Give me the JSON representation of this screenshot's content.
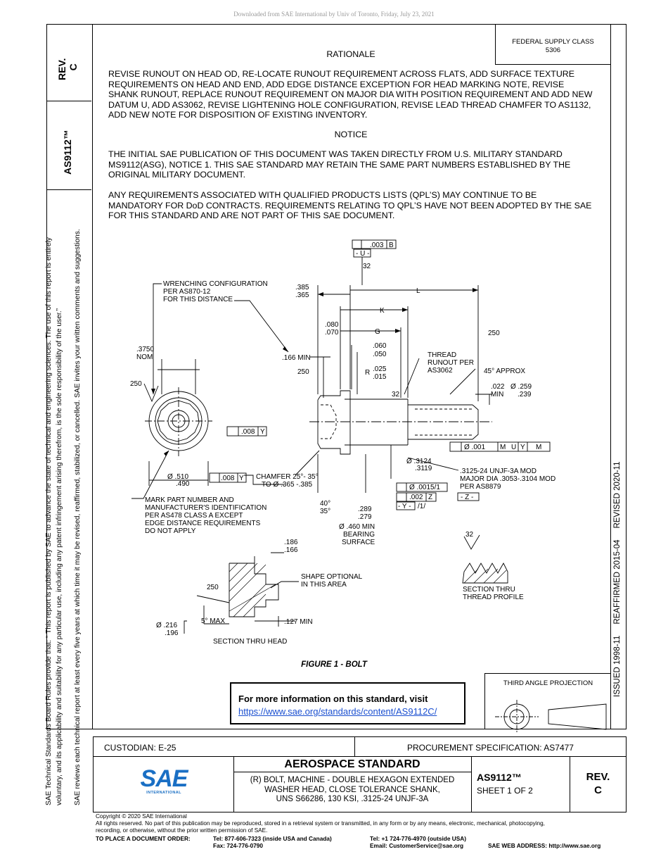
{
  "download_note": "Downloaded from SAE International by Univ of Toronto, Friday, July 23, 2021",
  "federal_supply": {
    "label": "FEDERAL SUPPLY CLASS",
    "value": "5306"
  },
  "side": {
    "rev_label": "REV.",
    "rev_value": "C",
    "doc_no": "AS9112™",
    "rules_line1": "SAE Technical Standards Board Rules provide that: “ This report is published by SAE to advance the state of technical and engineering sciences. The use of this report is entirely",
    "rules_line2": "voluntary, and its applicability and suitability for any particular use, including any patent infringement arising therefrom, is the sole responsibility of the user.”",
    "rules_line3": "SAE reviews each technical report at least every five years at which time it may be revised, reaffirmed, stabilized, or cancelled. SAE invites your written comments and suggestions.",
    "dates": "ISSUED 1998-11     REAFFIRMED 2015-04     REVISED 2020-11"
  },
  "rationale": {
    "heading": "RATIONALE",
    "text": "REVISE RUNOUT ON HEAD OD, RE-LOCATE RUNOUT REQUIREMENT ACROSS FLATS, ADD SURFACE TEXTURE REQUIREMENTS ON HEAD AND END, ADD EDGE DISTANCE EXCEPTION FOR HEAD MARKING NOTE, REVISE SHANK RUNOUT, REPLACE RUNOUT REQUIREMENT ON MAJOR DIA WITH POSITION REQUIREMENT AND ADD NEW DATUM U, ADD AS3062, REVISE LIGHTENING HOLE CONFIGURATION, REVISE LEAD THREAD CHAMFER TO AS1132, ADD NEW NOTE FOR DISPOSITION OF EXISTING INVENTORY."
  },
  "notice": {
    "heading": "NOTICE",
    "para1": "THE INITIAL SAE PUBLICATION OF THIS DOCUMENT WAS TAKEN DIRECTLY FROM U.S. MILITARY STANDARD MS9112(ASG), NOTICE 1. THIS SAE STANDARD MAY RETAIN THE SAME PART NUMBERS ESTABLISHED BY THE ORIGINAL MILITARY DOCUMENT.",
    "para2": "ANY REQUIREMENTS ASSOCIATED WITH QUALIFIED PRODUCTS LISTS (QPL’S) MAY CONTINUE TO BE MANDATORY FOR DoD CONTRACTS. REQUIREMENTS RELATING TO QPL’S HAVE NOT BEEN ADOPTED BY THE SAE FOR THIS STANDARD AND ARE NOT PART OF THIS SAE DOCUMENT."
  },
  "figure": {
    "caption": "FIGURE 1 - BOLT",
    "labels": {
      "wrench1": "WRENCHING CONFIGURATION",
      "wrench2": "PER AS870-12",
      "wrench3": "FOR THIS DISTANCE",
      "d385": ".385",
      "d365": ".365",
      "L": "L",
      "K": "K",
      "G": "G",
      "d080": ".080",
      "d070": ".070",
      "d060": ".060",
      "d050": ".050",
      "d3750": ".3750",
      "nom": "NOM",
      "min166": ".166 MIN",
      "s250a": "250",
      "s250b": "250",
      "s250c": "250",
      "s250d": "250",
      "R": "R",
      "d025": ".025",
      "d015": ".015",
      "s32a": "32",
      "s32b": "32",
      "s32c": "32",
      "thread1": "THREAD",
      "thread2": "RUNOUT PER",
      "thread3": "AS3062",
      "approx": "45° APPROX",
      "d022": ".022",
      "min": "MIN",
      "dia259": "Ø .259",
      "d239": ".239",
      "fcf_top": ".003",
      "datumB": "B",
      "datumU": "- U -",
      "fcf008": ".008",
      "datY": "Y",
      "fcfpos": "Ø .001",
      "mM1": "M",
      "datU2": "U",
      "datY2": "Y",
      "mM2": "M",
      "dia510": "Ø .510",
      "d490": ".490",
      "chamfer1": "CHAMFER 25°- 35°",
      "chamfer2": "TO Ø .365 -.385",
      "dia3124": "Ø .3124",
      "d3119": ".3119",
      "thrd1": ".3125-24 UNJF-3A MOD",
      "thrd2": "MAJOR DIA .3053-.3104 MOD",
      "thrd3": "PER AS8879",
      "datumZ": "- Z -",
      "fcf0015": "Ø .0015/1",
      "fcf002": ".002",
      "datZ": "Z",
      "datY3": "- Y -",
      "slash1": "/1/",
      "mark1": "MARK PART NUMBER AND",
      "mark2": "MANUFACTURER'S IDENTIFICATION",
      "mark3": "PER AS478 CLASS A EXCEPT",
      "mark4": "EDGE DISTANCE REQUIREMENTS",
      "mark5": "DO NOT APPLY",
      "a40": "40°",
      "a35": "35°",
      "d289": ".289",
      "d279": ".279",
      "bear1": "Ø .460 MIN",
      "bear2": "BEARING",
      "bear3": "SURFACE",
      "d186": ".186",
      "d166": ".166",
      "shape1": "SHAPE OPTIONAL",
      "shape2": "IN THIS AREA",
      "max5": "5° MAX",
      "min127": ".127 MIN",
      "dia216": "Ø .216",
      "d196": ".196",
      "sect_head": "SECTION THRU HEAD",
      "sect_thr1": "SECTION THRU",
      "sect_thr2": "THREAD PROFILE"
    }
  },
  "info": {
    "title": "For more information on this standard, visit",
    "link": "https://www.sae.org/standards/content/AS9112C/"
  },
  "projection": "THIRD ANGLE PROJECTION",
  "title_block": {
    "custodian": "CUSTODIAN: E-25",
    "procurement": "PROCUREMENT SPECIFICATION: AS7477",
    "logo_text": "SAE",
    "logo_sub": "INTERNATIONAL",
    "category": "AEROSPACE STANDARD",
    "desc1": "(R) BOLT, MACHINE - DOUBLE HEXAGON EXTENDED",
    "desc2": "WASHER HEAD, CLOSE TOLERANCE SHANK,",
    "desc3": "UNS S66286, 130 KSI, .3125-24 UNJF-3A",
    "doc": "AS9112™",
    "sheet": "SHEET 1 OF 2",
    "rev": "REV.",
    "rev_val": "C"
  },
  "footer": {
    "copyright": "Copyright © 2020 SAE International",
    "rights1": "All rights reserved. No part of this publication may be reproduced, stored in a retrieval system or transmitted, in any form or by any means, electronic, mechanical, photocopying,",
    "rights2": "recording, or otherwise, without the prior written permission of SAE.",
    "order_label": "TO PLACE A DOCUMENT ORDER:",
    "tel_us": "Tel: 877-606-7323 (inside USA and Canada)",
    "fax": "Fax: 724-776-0790",
    "tel_intl": "Tel: +1 724-776-4970 (outside USA)",
    "email": "Email: CustomerService@sae.org",
    "web": "SAE WEB ADDRESS: http://www.sae.org"
  }
}
